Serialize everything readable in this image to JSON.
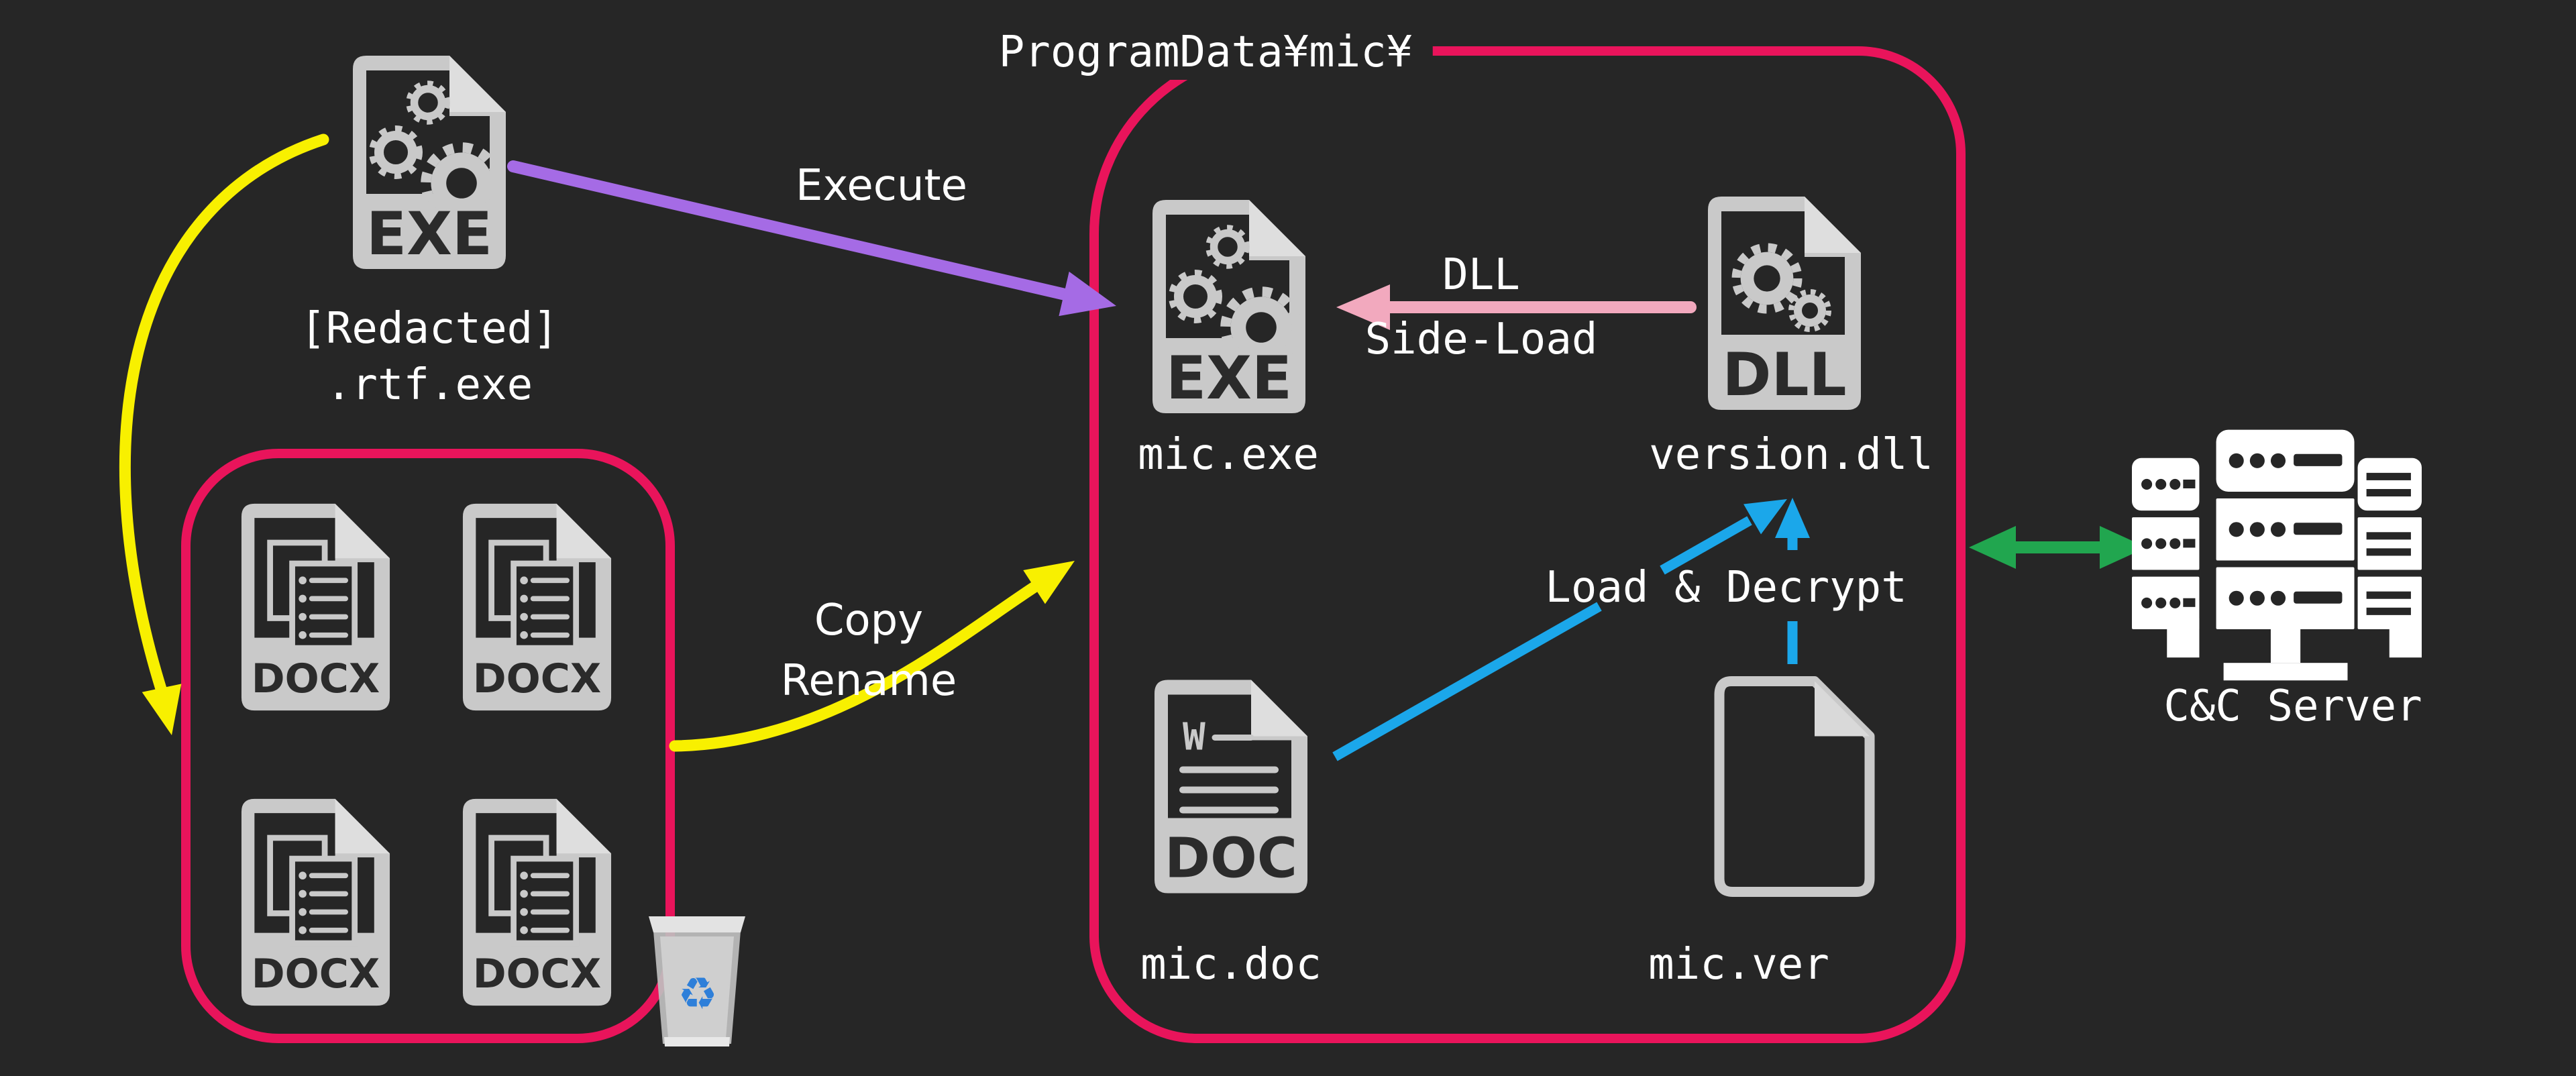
{
  "canvas": {
    "background": "#262626"
  },
  "colors": {
    "background": "#262626",
    "container_border": "#E9145B",
    "icon_gray": "#C9C9C9",
    "icon_light": "#DCDCDC",
    "icon_dark": "#262626",
    "white": "#FFFFFF",
    "yellow": "#F8F000",
    "purple": "#A56BE5",
    "pink_arrow": "#F2A9BE",
    "blue": "#1BA7EA",
    "green": "#21A64F",
    "recycle_blue": "#2E7FD9",
    "label_dark": "#2B2B2B"
  },
  "path_label": "ProgramData¥mic¥",
  "dropper": {
    "name_line1": "[Redacted]",
    "name_line2": ".rtf.exe",
    "badge": "EXE"
  },
  "files": {
    "mic_exe": {
      "label": "mic.exe",
      "badge": "EXE"
    },
    "version_dll": {
      "label": "version.dll",
      "badge": "DLL"
    },
    "mic_doc": {
      "label": "mic.doc",
      "badge": "DOC",
      "glyph": "W"
    },
    "mic_ver": {
      "label": "mic.ver"
    },
    "docx_badge": "DOCX"
  },
  "server": {
    "label": "C&C Server"
  },
  "arrows": {
    "execute": {
      "label": "Execute"
    },
    "copy_rename": {
      "line1": "Copy",
      "line2": "Rename"
    },
    "dll_side_load": {
      "line1": "DLL",
      "line2": "Side-Load"
    },
    "load_decrypt": {
      "label": "Load & Decrypt"
    }
  },
  "recycle_bin": {
    "glyph": "♻"
  }
}
